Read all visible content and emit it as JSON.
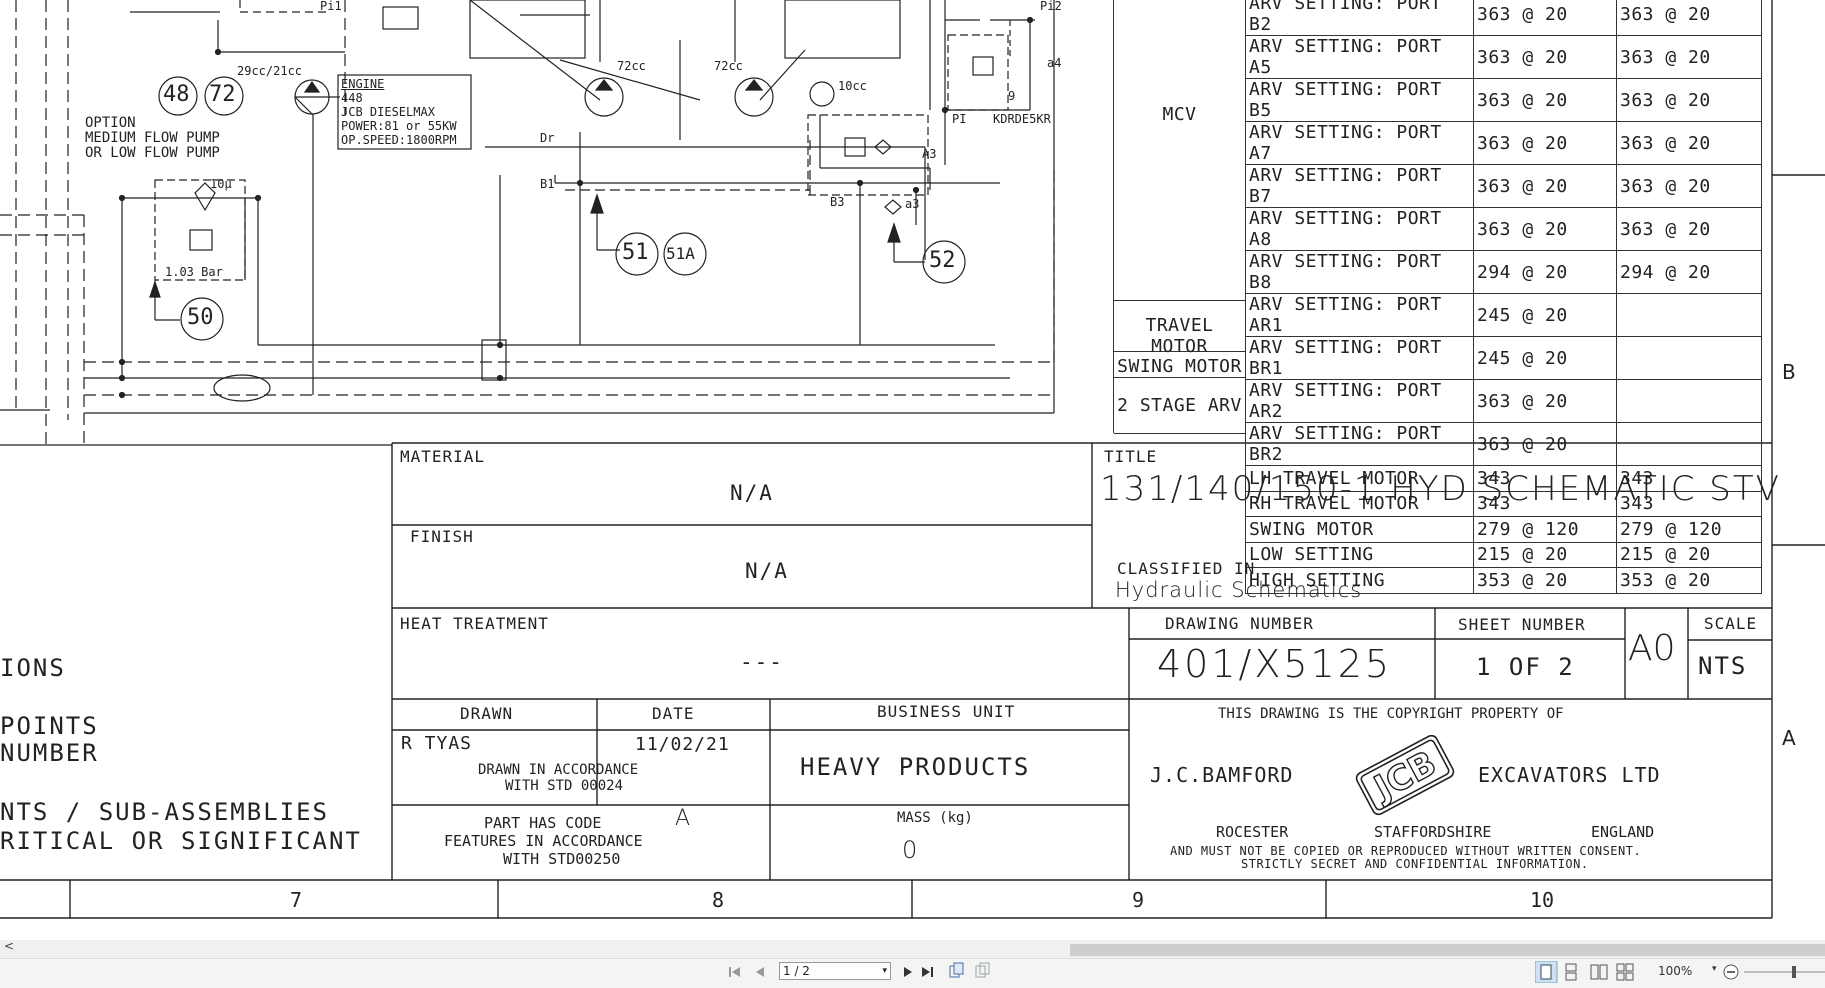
{
  "schematic": {
    "labels": {
      "pi1": "Pi1",
      "pi2": "Pi2",
      "a4": "a4",
      "nine": "9",
      "pi": "PI",
      "kdrde": "KDRDE5KR",
      "cc2921": "29cc/21cc",
      "cc72a": "72cc",
      "cc72b": "72cc",
      "cc10": "10cc",
      "dr": "Dr",
      "b1": "B1",
      "b3": "B3",
      "a3": "A3",
      "a3low": "a3",
      "filter10": "10µ",
      "bar103": "1.03 Bar",
      "option_line1": "OPTION",
      "option_line2": "MEDIUM FLOW PUMP",
      "option_line3": "OR LOW FLOW PUMP"
    },
    "engine_box": {
      "title": "ENGINE",
      "line1": "448",
      "line2": "JCB DIESELMAX",
      "line3": "POWER:81 or 55KW",
      "line4": "OP.SPEED:1800RPM"
    },
    "balloons": {
      "b48": "48",
      "b72": "72",
      "b51": "51",
      "b51a": "51A",
      "b52": "52",
      "b50": "50"
    }
  },
  "arv_table": {
    "mcv_label": "MCV",
    "travel_motor_label": "TRAVEL MOTOR",
    "swing_motor_label": "SWING MOTOR",
    "two_stage_label": "2 STAGE ARV",
    "rows": [
      {
        "desc": "ARV SETTING: PORT B2",
        "v1": "363 @ 20",
        "v2": "363 @ 20"
      },
      {
        "desc": "ARV SETTING: PORT A5",
        "v1": "363 @ 20",
        "v2": "363 @ 20"
      },
      {
        "desc": "ARV SETTING: PORT B5",
        "v1": "363 @ 20",
        "v2": "363 @ 20"
      },
      {
        "desc": "ARV SETTING: PORT A7",
        "v1": "363 @ 20",
        "v2": "363 @ 20"
      },
      {
        "desc": "ARV SETTING: PORT B7",
        "v1": "363 @ 20",
        "v2": "363 @ 20"
      },
      {
        "desc": "ARV SETTING: PORT A8",
        "v1": "363 @ 20",
        "v2": "363 @ 20"
      },
      {
        "desc": "ARV SETTING: PORT B8",
        "v1": "294 @ 20",
        "v2": "294 @ 20"
      },
      {
        "desc": "ARV SETTING: PORT AR1",
        "v1": "245 @ 20",
        "v2": ""
      },
      {
        "desc": "ARV SETTING: PORT BR1",
        "v1": "245 @ 20",
        "v2": ""
      },
      {
        "desc": "ARV SETTING: PORT AR2",
        "v1": "363 @ 20",
        "v2": ""
      },
      {
        "desc": "ARV SETTING: PORT BR2",
        "v1": "363 @ 20",
        "v2": ""
      },
      {
        "desc": "LH TRAVEL MOTOR",
        "v1": "343",
        "v2": "343"
      },
      {
        "desc": "RH TRAVEL MOTOR",
        "v1": "343",
        "v2": "343"
      },
      {
        "desc": "SWING MOTOR",
        "v1": "279 @ 120",
        "v2": "279 @ 120"
      },
      {
        "desc": "LOW SETTING",
        "v1": "215 @ 20",
        "v2": "215 @ 20"
      },
      {
        "desc": "HIGH SETTING",
        "v1": "353 @ 20",
        "v2": "353 @ 20"
      }
    ]
  },
  "title_block": {
    "material_label": "MATERIAL",
    "material_value": "N/A",
    "finish_label": "FINISH",
    "finish_value": "N/A",
    "heat_label": "HEAT TREATMENT",
    "heat_value": "---",
    "title_label": "TITLE",
    "title_value": "131/140/150-1 HYD SCHEMATIC STV",
    "classified_label": "CLASSIFIED IN",
    "classified_value": "Hydraulic Schematics",
    "drawing_number_label": "DRAWING NUMBER",
    "drawing_number": "401/X5125",
    "sheet_number_label": "SHEET NUMBER",
    "sheet_number": "1 OF 2",
    "size": "A0",
    "scale_label": "SCALE",
    "scale_value": "NTS",
    "drawn_label": "DRAWN",
    "drawn_by": "R TYAS",
    "date_label": "DATE",
    "date_value": "11/02/21",
    "business_unit_label": "BUSINESS UNIT",
    "business_unit": "HEAVY PRODUCTS",
    "accordance_line1": "DRAWN IN ACCORDANCE",
    "accordance_line2": "WITH STD 00024",
    "partcode_line1": "PART HAS CODE",
    "partcode_code": "A",
    "partcode_line2": "FEATURES IN ACCORDANCE",
    "partcode_line3": "WITH STD00250",
    "mass_label": "MASS (kg)",
    "mass_value": "0",
    "copyright": "THIS DRAWING IS THE COPYRIGHT PROPERTY OF",
    "company_left": "J.C.BAMFORD",
    "company_right": "EXCAVATORS LTD",
    "logo_text": "JCB",
    "loc1": "ROCESTER",
    "loc2": "STAFFORDSHIRE",
    "loc3": "ENGLAND",
    "legal1": "AND MUST NOT BE COPIED OR REPRODUCED WITHOUT WRITTEN CONSENT.",
    "legal2": "STRICTLY SECRET AND CONFIDENTIAL INFORMATION."
  },
  "left_notes": {
    "line1": "IONS",
    "line2": "POINTS",
    "line3": "NUMBER",
    "line4": "NTS / SUB-ASSEMBLIES",
    "line5": "RITICAL OR SIGNIFICANT"
  },
  "grid": {
    "columns": [
      "7",
      "8",
      "9",
      "10"
    ],
    "rows": [
      "B",
      "A"
    ]
  },
  "viewer": {
    "page_field": "1 / 2",
    "zoom": "100%",
    "scroll_left_glyph": "<",
    "icons": [
      "first-page-icon",
      "prev-page-icon",
      "next-page-icon",
      "last-page-icon",
      "copy-page-icon",
      "paste-page-icon",
      "single-page-view-icon",
      "continuous-view-icon",
      "facing-view-icon",
      "facing-continuous-icon",
      "zoom-out-icon"
    ]
  }
}
